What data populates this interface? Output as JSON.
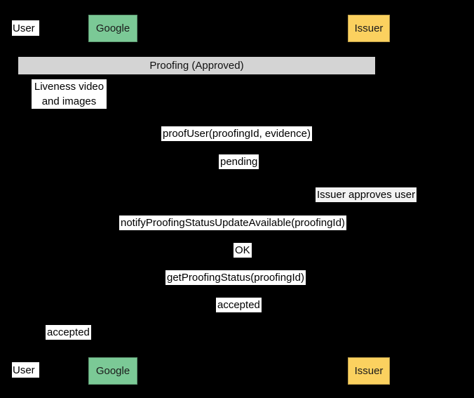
{
  "diagram": {
    "type": "sequence-diagram",
    "title_bar": {
      "label": "Proofing (Approved)",
      "background": "#D4D4D4"
    },
    "participants": [
      {
        "name": "user",
        "label": "User",
        "style": "plain",
        "color": "#FFFFFF"
      },
      {
        "name": "google",
        "label": "Google",
        "style": "filled",
        "color": "#7BC996"
      },
      {
        "name": "issuer",
        "label": "Issuer",
        "style": "filled",
        "color": "#FBD15F"
      }
    ],
    "messages": [
      {
        "name": "liveness-video-and-images",
        "label": "Liveness video\nand images",
        "line1": "Liveness video",
        "line2": "and images"
      },
      {
        "name": "proof-user",
        "label": "proofUser(proofingId, evidence)"
      },
      {
        "name": "pending",
        "label": "pending"
      },
      {
        "name": "issuer-approves-user",
        "label": "Issuer approves user"
      },
      {
        "name": "notify-proofing-status",
        "label": "notifyProofingStatusUpdateAvailable(proofingId)"
      },
      {
        "name": "ok",
        "label": "OK"
      },
      {
        "name": "get-proofing-status",
        "label": "getProofingStatus(proofingId)"
      },
      {
        "name": "accepted-issuer-to-google",
        "label": "accepted"
      },
      {
        "name": "accepted-google-to-user",
        "label": "accepted"
      }
    ],
    "footer_participants": [
      {
        "name": "user",
        "label": "User"
      },
      {
        "name": "google",
        "label": "Google"
      },
      {
        "name": "issuer",
        "label": "Issuer"
      }
    ]
  }
}
